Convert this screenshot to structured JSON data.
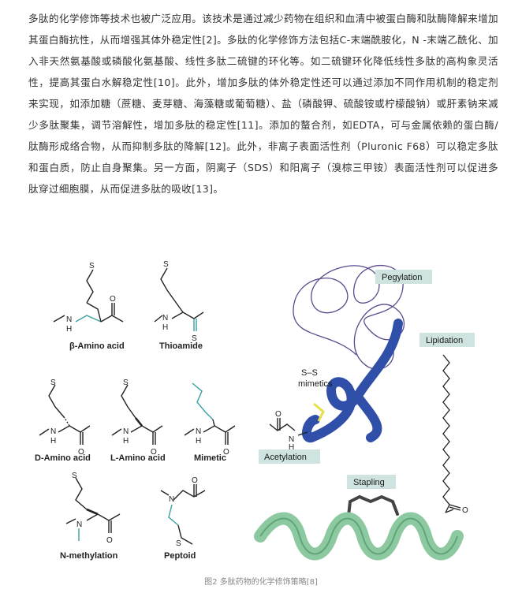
{
  "article": {
    "paragraph": "多肽的化学修饰等技术也被广泛应用。该技术是通过减少药物在组织和血清中被蛋白酶和肽酶降解来增加其蛋白酶抗性，从而增强其体外稳定性[2]。多肽的化学修饰方法包括C-末端酰胺化，N -末端乙酰化、加入非天然氨基酸或磷酸化氨基酸、线性多肽二硫键的环化等。如二硫键环化降低线性多肽的高构象灵活性，提高其蛋白水解稳定性[10]。此外，增加多肽的体外稳定性还可以通过添加不同作用机制的稳定剂来实现，如添加糖（蔗糖、麦芽糖、海藻糖或葡萄糖）、盐（磷酸钾、硫酸铵或柠檬酸钠）或肝素钠来减少多肽聚集，调节溶解性，增加多肽的稳定性[11]。添加的螯合剂，如EDTA，可与金属依赖的蛋白酶/肽酶形成络合物，从而抑制多肽的降解[12]。此外，非离子表面活性剂（Pluronic F68）可以稳定多肽和蛋白质，防止自身聚集。另一方面，阴离子（SDS）和阳离子（溴棕三甲铵）表面活性剂可以促进多肽穿过细胞膜，从而促进多肽的吸收[13]。"
  },
  "figure": {
    "molecules": {
      "beta_amino": "β-Amino acid",
      "thioamide": "Thioamide",
      "d_amino": "D-Amino acid",
      "l_amino": "L-Amino acid",
      "mimetic": "Mimetic",
      "n_methylation": "N-methylation",
      "peptoid": "Peptoid"
    },
    "atoms": {
      "S": "S",
      "H": "H",
      "N": "N",
      "O": "O"
    },
    "tags": {
      "pegylation": "Pegylation",
      "lipidation": "Lipidation",
      "acetylation": "Acetylation",
      "stapling": "Stapling",
      "ss_mimetics_line1": "S–S",
      "ss_mimetics_line2": "mimetics"
    },
    "caption": "图2 多肽药物的化学修饰策略[8]"
  },
  "colors": {
    "text": "#333333",
    "teal": "#3aa0a0",
    "peptide_blue": "#2f4fa8",
    "helix_green": "#8cc9a0",
    "peg_purple": "#5b4a8c",
    "tag_bg": "#cfe3e0",
    "ss_yellow": "#e6e04a"
  }
}
